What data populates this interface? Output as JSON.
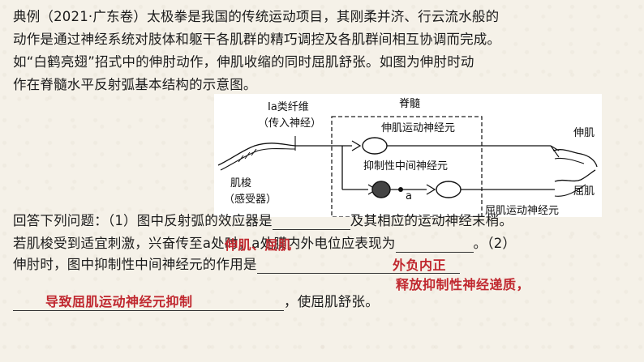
{
  "question": {
    "line1": "典例（2021·广东卷）太极拳是我国的传统运动项目，其刚柔并济、行云流水般的",
    "line2": "动作是通过神经系统对肢体和躯干各肌群的精巧调控及各肌群间相互协调而完成。",
    "line3": "如“白鹤亮翅”招式中的伸肘动作，伸肌收缩的同时屈肌舒张。如图为伸肘时动",
    "line4": "作在脊髓水平反射弧基本结构的示意图。",
    "line5_a": "回答下列问题：（1）图中反射弧的效应器是",
    "line5_b": "及其相应的运动神经末梢。",
    "line6_a": "若肌梭受到适宜刺激，兴奋传至",
    "line6_b": "a处时，a处膜内外电位应表现为",
    "line6_c": "。（2）",
    "line7_a": "伸肘时，图中抑制性中间神经元的作用是",
    "line8_b": "，使屈肌舒张。"
  },
  "diagram": {
    "fiber_label_1": "Ⅰa类纤维",
    "fiber_label_2": "（传入神经）",
    "spinal_cord": "脊髓",
    "extensor_neuron": "伸肌运动神经元",
    "inhibitory_neuron": "抑制性中间神经元",
    "point_a": "a",
    "flexor_neuron": "屈肌运动神经元",
    "extensor_muscle": "伸肌",
    "flexor_muscle": "屈肌",
    "spindle_1": "肌梭",
    "spindle_2": "（感受器）"
  },
  "answers": {
    "a1": "伸肌、屈肌",
    "a2": "外负内正",
    "a3_line1": "释放抑制性神经递质，",
    "a3_line2": "导致屈肌运动神经元抑制"
  }
}
